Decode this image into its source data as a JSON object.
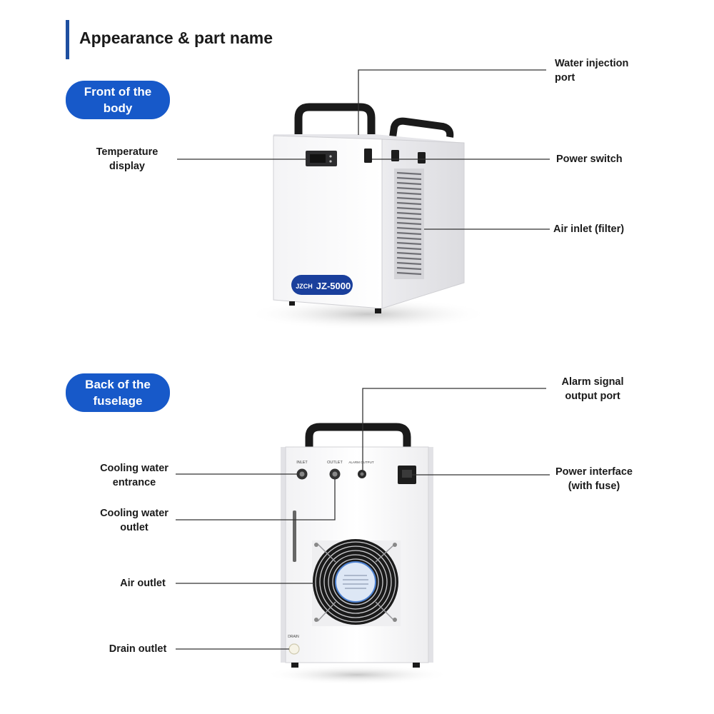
{
  "header": {
    "title": "Appearance & part name"
  },
  "sections": {
    "front": {
      "title": "Front of the body"
    },
    "back": {
      "title": "Back of the fuselage"
    }
  },
  "front_labels": {
    "water_injection_port": "Water injection port",
    "temperature_display": "Temperature display",
    "power_switch": "Power switch",
    "air_inlet": "Air inlet (filter)"
  },
  "back_labels": {
    "alarm_signal_output_port": "Alarm signal output port",
    "cooling_water_entrance": "Cooling water entrance",
    "power_interface": "Power interface (with fuse)",
    "cooling_water_outlet": "Cooling water outlet",
    "air_outlet": "Air outlet",
    "drain_outlet": "Drain outlet"
  },
  "device": {
    "model": "JZ-5000",
    "brand": "JZCH",
    "port_inlet": "INLET",
    "port_outlet": "OUTLET",
    "port_alarm": "ALARM OUTPUT",
    "port_drain": "DRAIN"
  },
  "colors": {
    "accent": "#1759c9",
    "title_bar": "#1e4fa0"
  }
}
